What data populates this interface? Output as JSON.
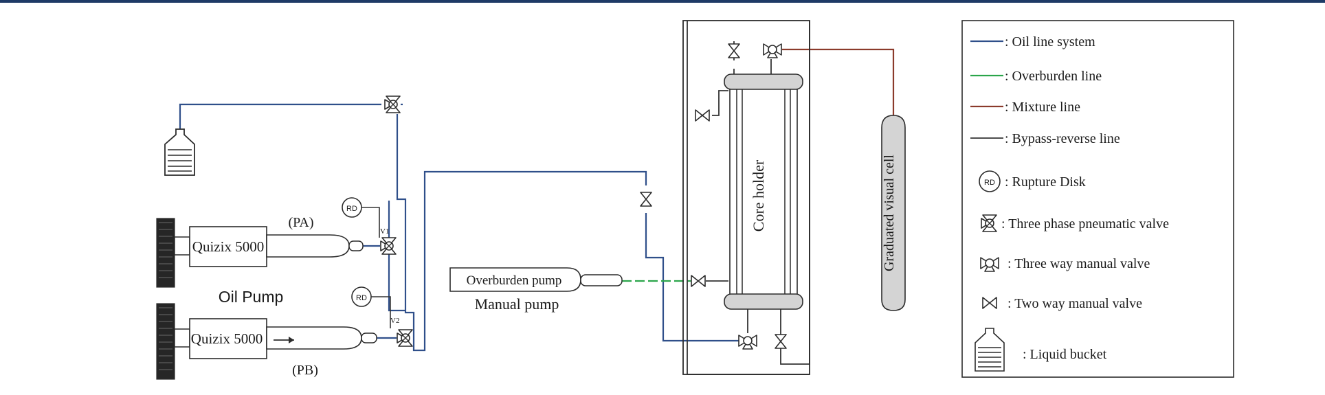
{
  "colors": {
    "oil_line": "#2f4f8a",
    "overburden_line": "#2aa54a",
    "mixture_line": "#8b3a2b",
    "bypass_line": "#333333",
    "outline": "#2b2b2b",
    "pump_fill": "#262626"
  },
  "labels": {
    "pump_a": "Quizix 5000",
    "pump_b": "Quizix 5000",
    "pa": "(PA)",
    "pb": "(PB)",
    "oil_pump": "Oil Pump",
    "overburden_pump": "Overburden pump",
    "manual_pump": "Manual pump",
    "core_holder": "Core holder",
    "visual_cell": "Graduated visual cell",
    "rd1": "RD",
    "rd2": "RD",
    "v1": "V1",
    "v2": "V2"
  },
  "legend": {
    "oil": ": Oil line system",
    "overburden": ": Overburden line",
    "mixture": ": Mixture line",
    "bypass": ": Bypass-reverse line",
    "rupture_symbol": "RD",
    "rupture": ": Rupture Disk",
    "three_phase": ": Three phase pneumatic valve",
    "three_way": ": Three way manual valve",
    "two_way": ": Two way manual valve",
    "bucket": ": Liquid bucket"
  }
}
